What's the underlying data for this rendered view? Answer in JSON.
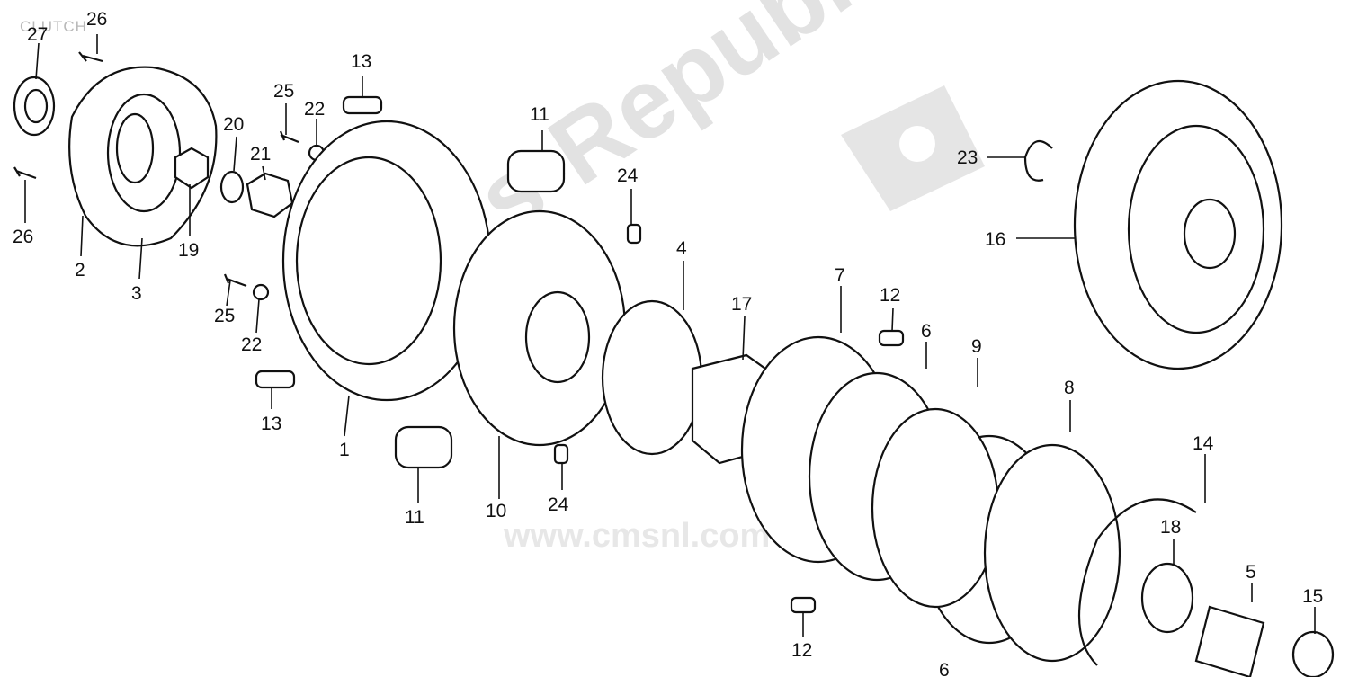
{
  "diagram": {
    "title": "CLUTCH",
    "watermark": "Parts-Republik",
    "watermark_url": "www.cmsnl.com"
  },
  "callouts": [
    {
      "id": "c27",
      "label": "27"
    },
    {
      "id": "c26a",
      "label": "26"
    },
    {
      "id": "c26b",
      "label": "26"
    },
    {
      "id": "c2",
      "label": "2"
    },
    {
      "id": "c3",
      "label": "3"
    },
    {
      "id": "c19",
      "label": "19"
    },
    {
      "id": "c20",
      "label": "20"
    },
    {
      "id": "c21",
      "label": "21"
    },
    {
      "id": "c25a",
      "label": "25"
    },
    {
      "id": "c22a",
      "label": "22"
    },
    {
      "id": "c25b",
      "label": "25"
    },
    {
      "id": "c22b",
      "label": "22"
    },
    {
      "id": "c13a",
      "label": "13"
    },
    {
      "id": "c13b",
      "label": "13"
    },
    {
      "id": "c1",
      "label": "1"
    },
    {
      "id": "c11a",
      "label": "11"
    },
    {
      "id": "c11b",
      "label": "11"
    },
    {
      "id": "c10",
      "label": "10"
    },
    {
      "id": "c24a",
      "label": "24"
    },
    {
      "id": "c24b",
      "label": "24"
    },
    {
      "id": "c4",
      "label": "4"
    },
    {
      "id": "c17",
      "label": "17"
    },
    {
      "id": "c7",
      "label": "7"
    },
    {
      "id": "c12a",
      "label": "12"
    },
    {
      "id": "c6",
      "label": "6"
    },
    {
      "id": "c9",
      "label": "9"
    },
    {
      "id": "c8",
      "label": "8"
    },
    {
      "id": "c12b",
      "label": "12"
    },
    {
      "id": "c14",
      "label": "14"
    },
    {
      "id": "c18",
      "label": "18"
    },
    {
      "id": "c5",
      "label": "5"
    },
    {
      "id": "c15",
      "label": "15"
    },
    {
      "id": "c23",
      "label": "23"
    },
    {
      "id": "c16",
      "label": "16"
    },
    {
      "id": "c6b",
      "label": "6"
    }
  ]
}
